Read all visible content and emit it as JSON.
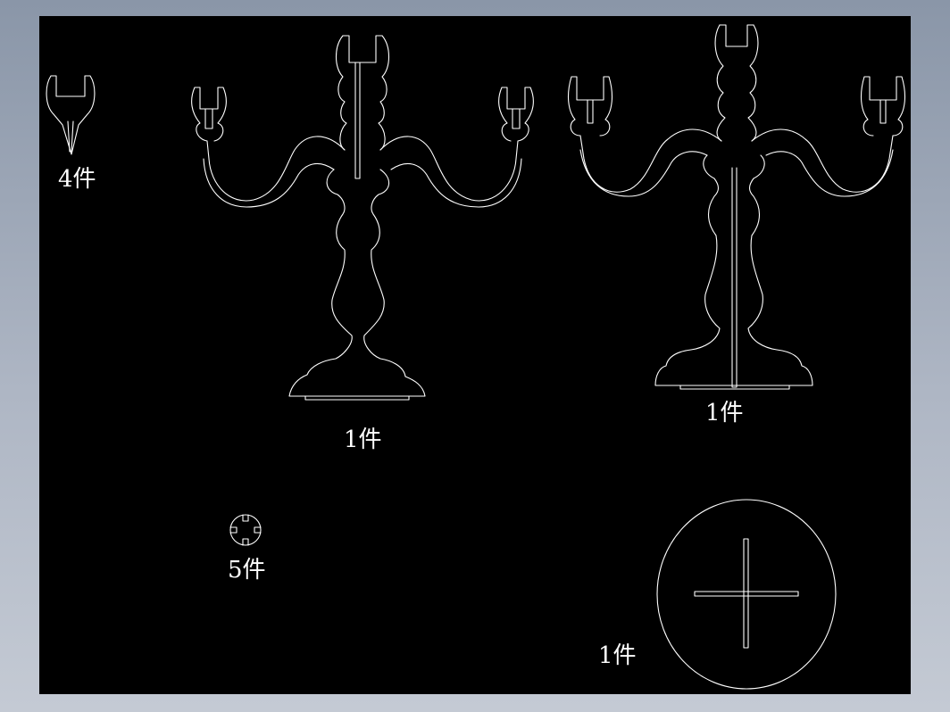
{
  "colors": {
    "background": "#000000",
    "line": "#ffffff",
    "frame": "#9aa3b3"
  },
  "parts": [
    {
      "id": "socket-clip",
      "quantity_label": "4件"
    },
    {
      "id": "candelabra-front",
      "quantity_label": "1件"
    },
    {
      "id": "candelabra-side",
      "quantity_label": "1件"
    },
    {
      "id": "bobeche-ring",
      "quantity_label": "5件"
    },
    {
      "id": "round-base",
      "quantity_label": "1件"
    }
  ]
}
